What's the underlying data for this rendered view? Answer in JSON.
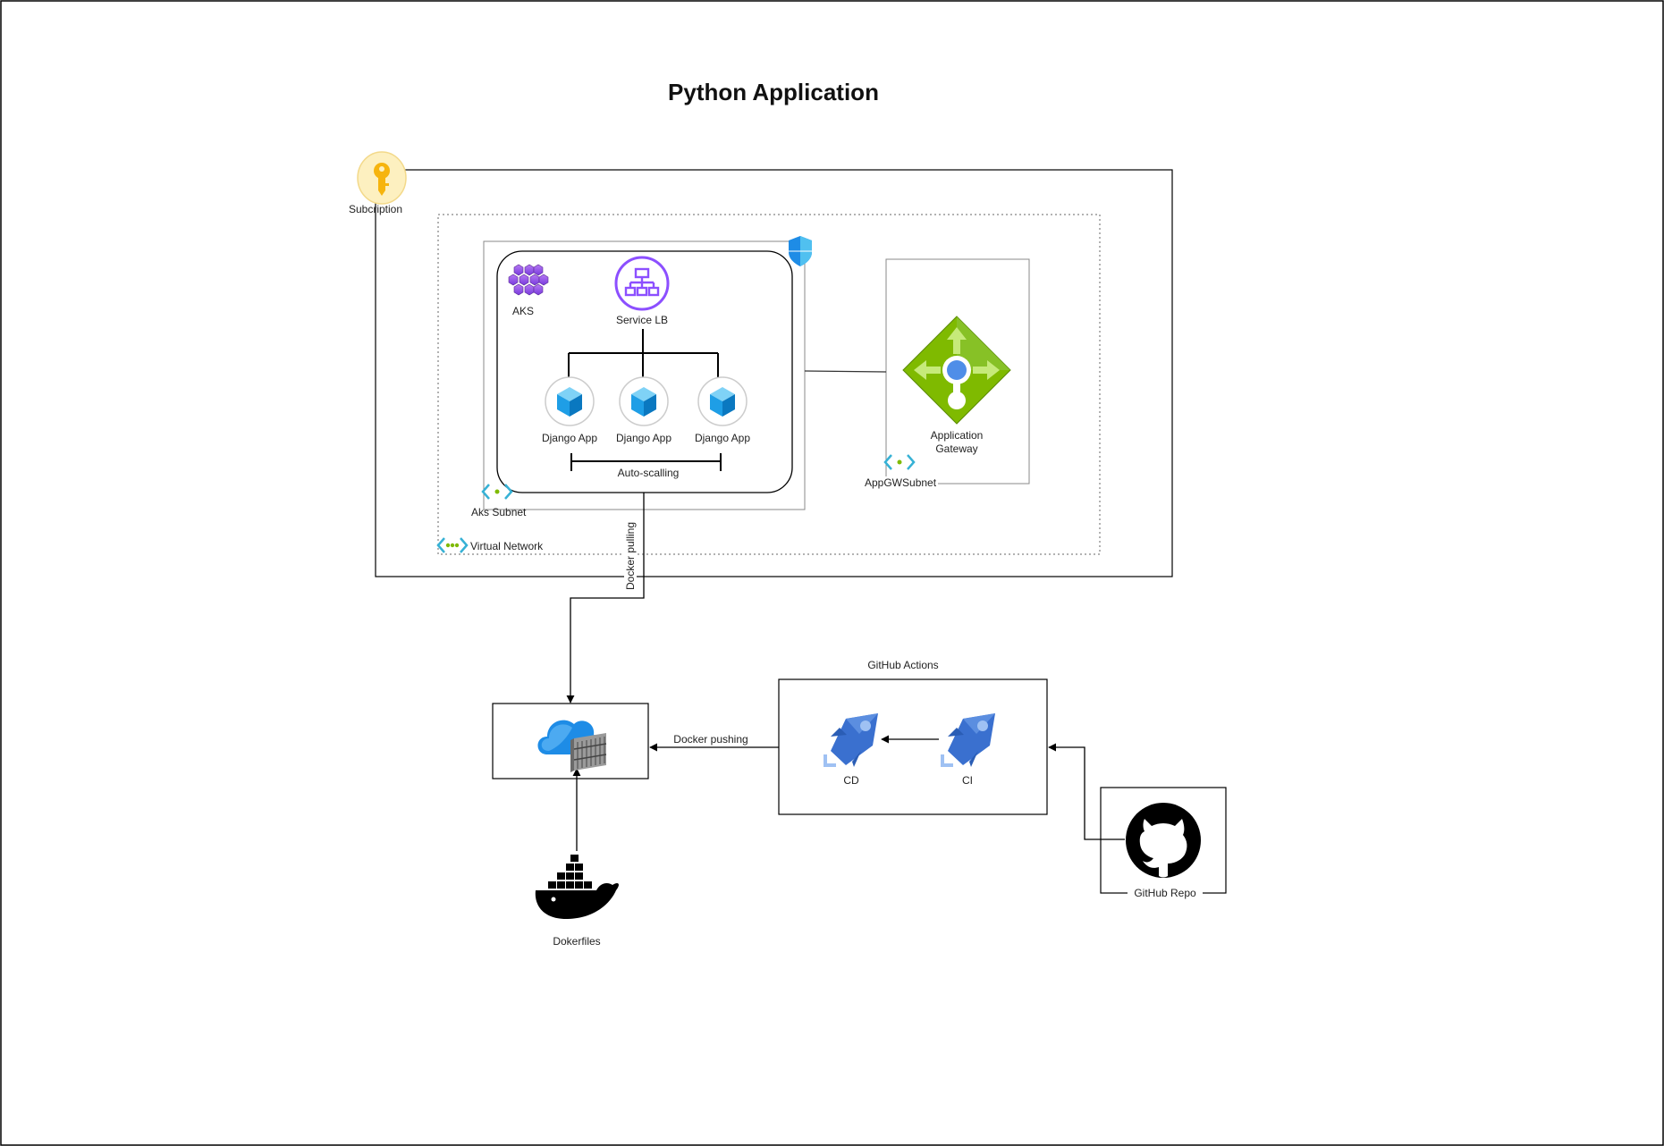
{
  "title": "Python Application",
  "labels": {
    "subscription": "Subcription",
    "aks": "AKS",
    "service_lb": "Service LB",
    "django_app_1": "Django App",
    "django_app_2": "Django App",
    "django_app_3": "Django App",
    "auto_scaling": "Auto-scalling",
    "aks_subnet": "Aks Subnet",
    "virtual_network": "Virtual Network",
    "application_gateway_line1": "Application",
    "application_gateway_line2": "Gateway",
    "appgw_subnet": "AppGWSubnet",
    "docker_pulling": "Docker pulling",
    "docker_pushing": "Docker pushing",
    "github_actions": "GitHub Actions",
    "cd": "CD",
    "ci": "CI",
    "github_repo": "GitHub Repo",
    "dockerfiles": "Dokerfiles"
  },
  "icons": {
    "subscription": "key-icon",
    "aks": "kubernetes-services-icon",
    "service_lb": "load-balancer-icon",
    "django_app": "container-cube-icon",
    "security": "shield-icon",
    "application_gateway": "application-gateway-icon",
    "subnet": "subnet-icon",
    "virtual_network": "virtual-network-icon",
    "container_registry": "container-registry-icon",
    "pipeline": "rocket-pipeline-icon",
    "github": "github-icon",
    "docker": "docker-whale-icon"
  },
  "colors": {
    "key": "#f6b40e",
    "aks_purple": "#8b4fb0",
    "lb_purple": "#8c4fff",
    "cube_blue": "#1e9ee6",
    "gateway_green": "#7fba00",
    "azure_blue": "#1e8ce6",
    "pipeline_blue": "#3a70cf",
    "subnet_teal": "#36b1d5"
  }
}
